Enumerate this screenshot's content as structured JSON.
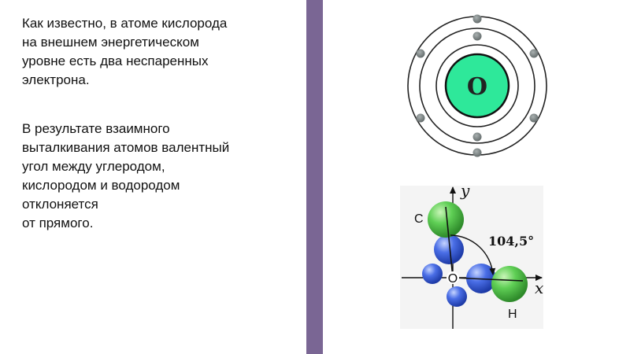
{
  "text": {
    "paragraph1": "Как известно, в атоме кислорода\nна внешнем энергетическом\nуровне есть два неспаренных\nэлектрона.",
    "paragraph2": "В результате взаимного\nвыталкивания атомов валентный\nугол между углеродом,\nкислородом и водородом\nотклоняется\nот прямого."
  },
  "atom_diagram": {
    "nucleus_symbol": "O",
    "colors": {
      "nucleus": "#2ee89a",
      "electron": "#7f8787",
      "shell": "#222222"
    }
  },
  "molecule_diagram": {
    "carbon_label": "C",
    "oxygen_label": "O",
    "hydrogen_label": "H",
    "x_axis_label": "x",
    "y_axis_label": "y",
    "angle_label": "104,5°",
    "colors": {
      "green_atom": "#4fc04a",
      "blue_orbital": "#3b63d9",
      "axis": "#111111",
      "background": "#f4f4f4"
    }
  },
  "theme": {
    "divider": "#7a6694"
  }
}
